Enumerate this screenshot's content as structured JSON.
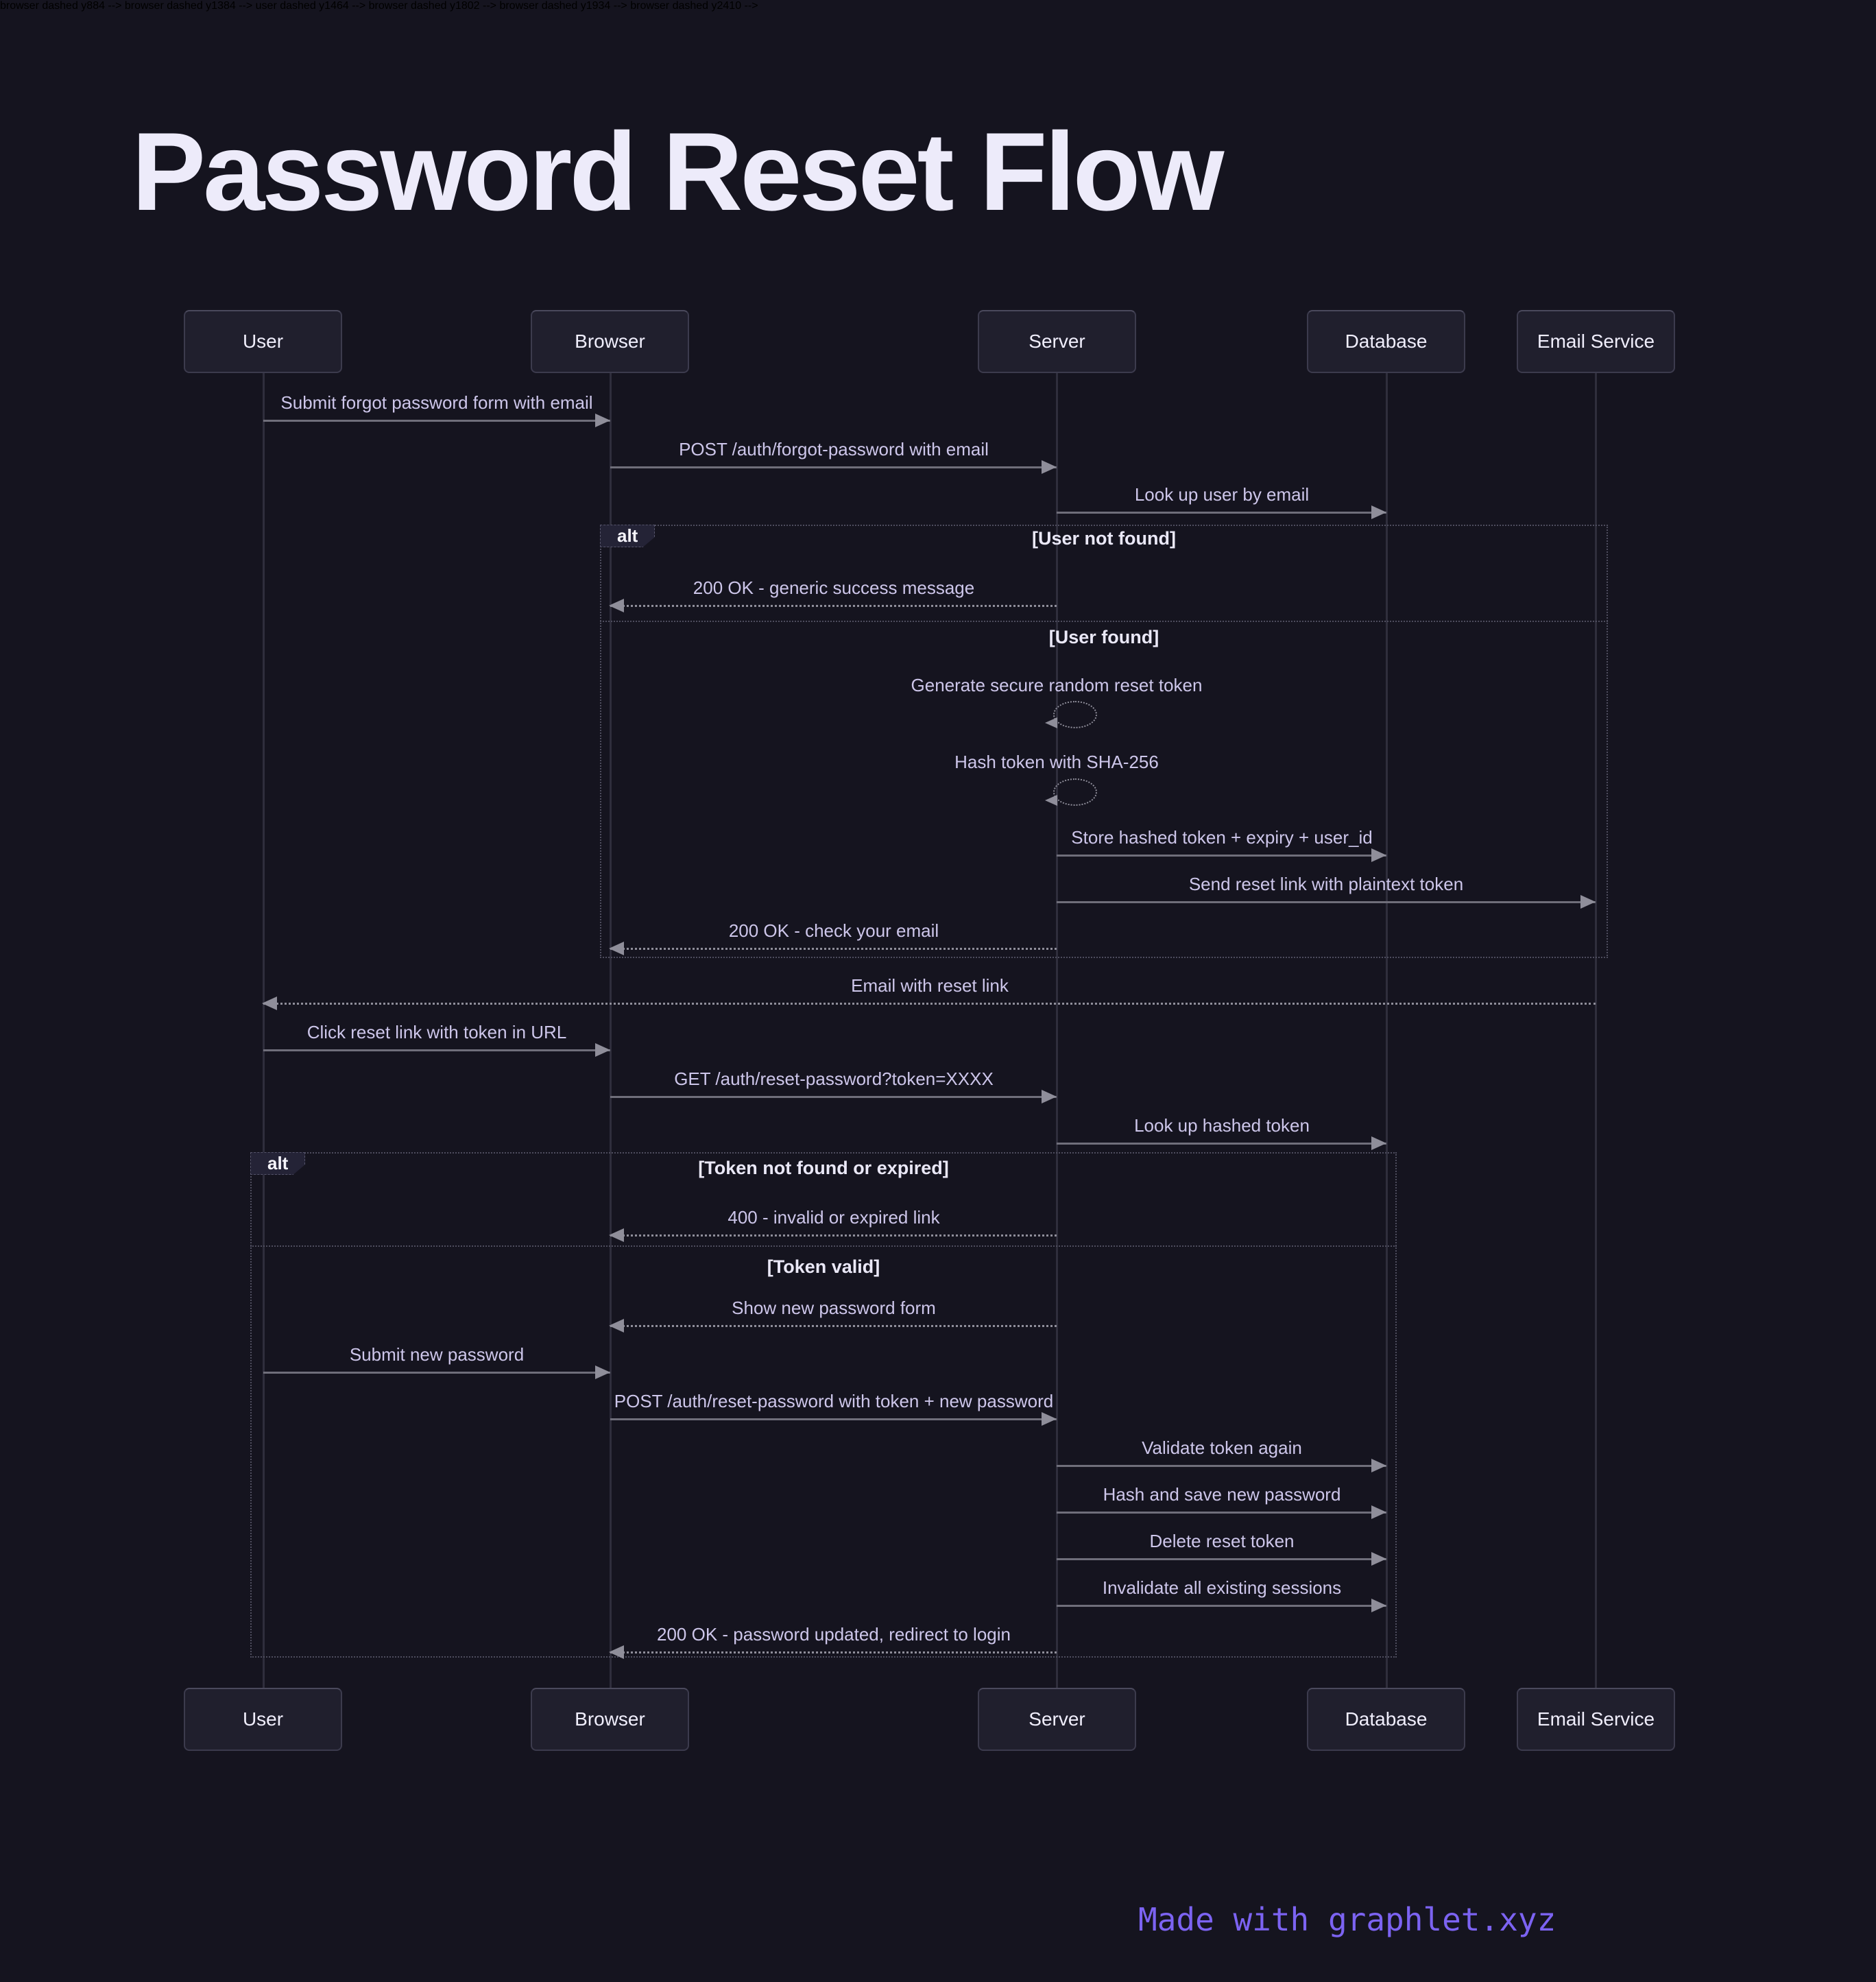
{
  "title": "Password Reset Flow",
  "footer": {
    "credit_text": "Made with graphlet.xyz"
  },
  "colors": {
    "background": "#15141f",
    "accent": "#7c63f2",
    "box_fill": "#201f2d",
    "message_text": "#cdc6ea",
    "arrow": "#8f8e9a"
  },
  "participants": [
    {
      "id": "user",
      "label": "User"
    },
    {
      "id": "browser",
      "label": "Browser"
    },
    {
      "id": "server",
      "label": "Server"
    },
    {
      "id": "database",
      "label": "Database"
    },
    {
      "id": "email_service",
      "label": "Email Service"
    }
  ],
  "messages": [
    {
      "from": "user",
      "to": "browser",
      "style": "solid",
      "label": "Submit forgot password form with email"
    },
    {
      "from": "browser",
      "to": "server",
      "style": "solid",
      "label": "POST /auth/forgot-password with email"
    },
    {
      "from": "server",
      "to": "database",
      "style": "solid",
      "label": "Look up user by email"
    },
    {
      "from": "server",
      "to": "browser",
      "style": "dashed",
      "label": "200 OK - generic success message"
    },
    {
      "from": "server",
      "to": "server",
      "style": "self",
      "label": "Generate secure random reset token"
    },
    {
      "from": "server",
      "to": "server",
      "style": "self",
      "label": "Hash token with SHA-256"
    },
    {
      "from": "server",
      "to": "database",
      "style": "solid",
      "label": "Store hashed token + expiry + user_id"
    },
    {
      "from": "server",
      "to": "email_service",
      "style": "solid",
      "label": "Send reset link with plaintext token"
    },
    {
      "from": "server",
      "to": "browser",
      "style": "dashed",
      "label": "200 OK - check your email"
    },
    {
      "from": "email_service",
      "to": "user",
      "style": "dashed",
      "label": "Email with reset link"
    },
    {
      "from": "user",
      "to": "browser",
      "style": "solid",
      "label": "Click reset link with token in URL"
    },
    {
      "from": "browser",
      "to": "server",
      "style": "solid",
      "label": "GET /auth/reset-password?token=XXXX"
    },
    {
      "from": "server",
      "to": "database",
      "style": "solid",
      "label": "Look up hashed token"
    },
    {
      "from": "server",
      "to": "browser",
      "style": "dashed",
      "label": "400 - invalid or expired link"
    },
    {
      "from": "server",
      "to": "browser",
      "style": "dashed",
      "label": "Show new password form"
    },
    {
      "from": "user",
      "to": "browser",
      "style": "solid",
      "label": "Submit new password"
    },
    {
      "from": "browser",
      "to": "server",
      "style": "solid",
      "label": "POST /auth/reset-password with token + new password"
    },
    {
      "from": "server",
      "to": "database",
      "style": "solid",
      "label": "Validate token again"
    },
    {
      "from": "server",
      "to": "database",
      "style": "solid",
      "label": "Hash and save new password"
    },
    {
      "from": "server",
      "to": "database",
      "style": "solid",
      "label": "Delete reset token"
    },
    {
      "from": "server",
      "to": "database",
      "style": "solid",
      "label": "Invalidate all existing sessions"
    },
    {
      "from": "server",
      "to": "browser",
      "style": "dashed",
      "label": "200 OK - password updated, redirect to login"
    }
  ],
  "frames": [
    {
      "label": "alt",
      "guard_a": "[User not found]",
      "guard_b": "[User found]"
    },
    {
      "label": "alt",
      "guard_a": "[Token not found or expired]",
      "guard_b": "[Token valid]"
    }
  ]
}
